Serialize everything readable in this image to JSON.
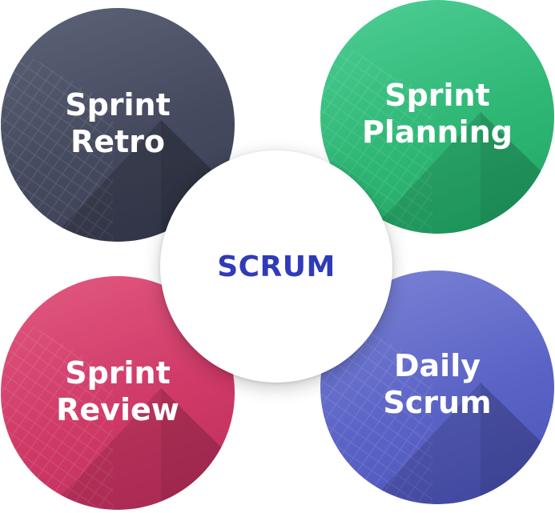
{
  "center": {
    "label": "SCRUM",
    "color": "#2f3bb8"
  },
  "phases": [
    {
      "line1": "Sprint",
      "line2": "Retro",
      "color": "#4a4f64"
    },
    {
      "line1": "Sprint",
      "line2": "Planning",
      "color": "#36bd7e"
    },
    {
      "line1": "Sprint",
      "line2": "Review",
      "color": "#d23f6b"
    },
    {
      "line1": "Daily",
      "line2": "Scrum",
      "color": "#626bc9"
    }
  ]
}
